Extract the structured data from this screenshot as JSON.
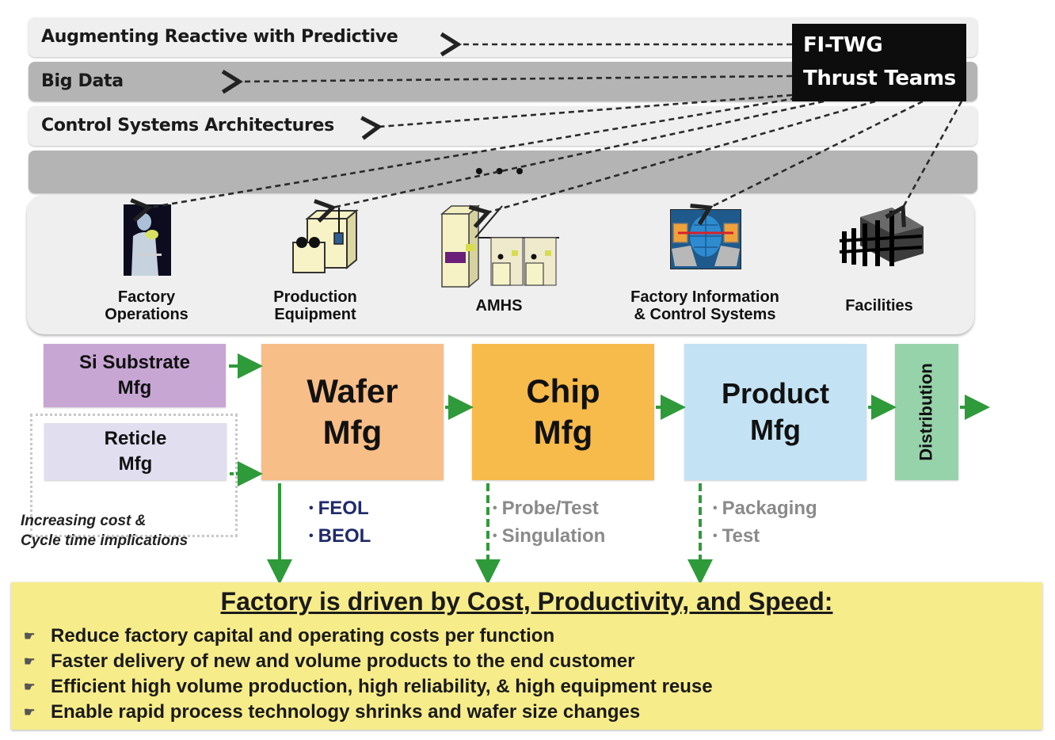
{
  "thrust_bands": [
    {
      "label": "Augmenting Reactive with Predictive"
    },
    {
      "label": "Big Data"
    },
    {
      "label": "Control Systems Architectures"
    },
    {
      "label": "• • •"
    }
  ],
  "thrust_teams_box": {
    "line1": "FI-TWG",
    "line2": "Thrust Teams"
  },
  "focus_areas": [
    {
      "label": "Factory\nOperations",
      "icon": "cleanroom-worker-icon"
    },
    {
      "label": "Production\nEquipment",
      "icon": "production-tool-icon"
    },
    {
      "label": "AMHS",
      "icon": "amhs-stocker-icon"
    },
    {
      "label": "Factory Information\n& Control Systems",
      "icon": "networked-computers-icon"
    },
    {
      "label": "Facilities",
      "icon": "factory-building-icon"
    }
  ],
  "flow": {
    "si_substrate": {
      "label": "Si Substrate\nMfg",
      "color": "#c8a6d4"
    },
    "reticle": {
      "label": "Reticle\nMfg",
      "color": "#e1def0"
    },
    "wafer": {
      "label": "Wafer\nMfg",
      "color": "#f8be88",
      "bullets": [
        "FEOL",
        "BEOL"
      ],
      "bullet_color": "#1f2a6b"
    },
    "chip": {
      "label": "Chip\nMfg",
      "color": "#f7bb4b",
      "bullets": [
        "Probe/Test",
        "Singulation"
      ],
      "bullet_color": "#8a8a8a"
    },
    "product": {
      "label": "Product\nMfg",
      "color": "#c3e3f4",
      "bullets": [
        "Packaging",
        "Test"
      ],
      "bullet_color": "#8a8a8a"
    },
    "distribution": {
      "label": "Distribution",
      "color": "#96d3aa"
    },
    "arrow_color": "#2f9a3a"
  },
  "note": {
    "line1": "Increasing cost &",
    "line2": "Cycle time implications"
  },
  "summary": {
    "title": "Factory is driven by Cost, Productivity, and Speed:",
    "items": [
      "Reduce factory capital and operating costs per function",
      "Faster delivery of new and volume products to the end customer",
      "Efficient high volume production, high reliability, & high equipment reuse",
      "Enable rapid process technology shrinks and wafer size changes"
    ],
    "bullet_icon": "pointing-hand-icon",
    "color": "#f7ec8a"
  }
}
